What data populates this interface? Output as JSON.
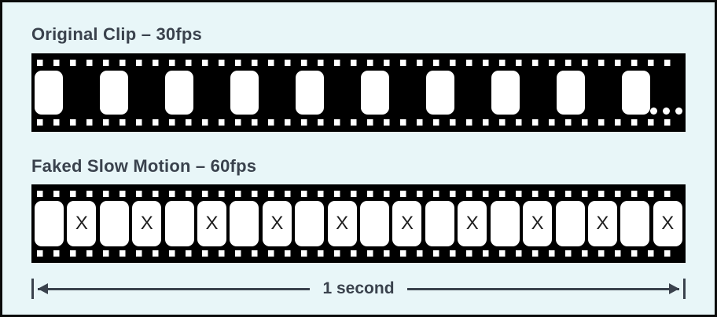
{
  "colors": {
    "background": "#e8f6f8",
    "film": "#000000",
    "frame": "#ffffff",
    "text": "#3a424d"
  },
  "original": {
    "title": "Original Clip – 30fps",
    "frames": [
      "",
      "",
      "",
      "",
      "",
      "",
      "",
      "",
      "",
      ""
    ],
    "ellipsis": true
  },
  "slowmo": {
    "title": "Faked Slow Motion – 60fps",
    "duplicate_marker": "X",
    "frames": [
      "",
      "X",
      "",
      "X",
      "",
      "X",
      "",
      "X",
      "",
      "X",
      "",
      "X",
      "",
      "X",
      "",
      "X",
      "",
      "X",
      "",
      "X"
    ]
  },
  "timeline": {
    "label": "1 second"
  }
}
